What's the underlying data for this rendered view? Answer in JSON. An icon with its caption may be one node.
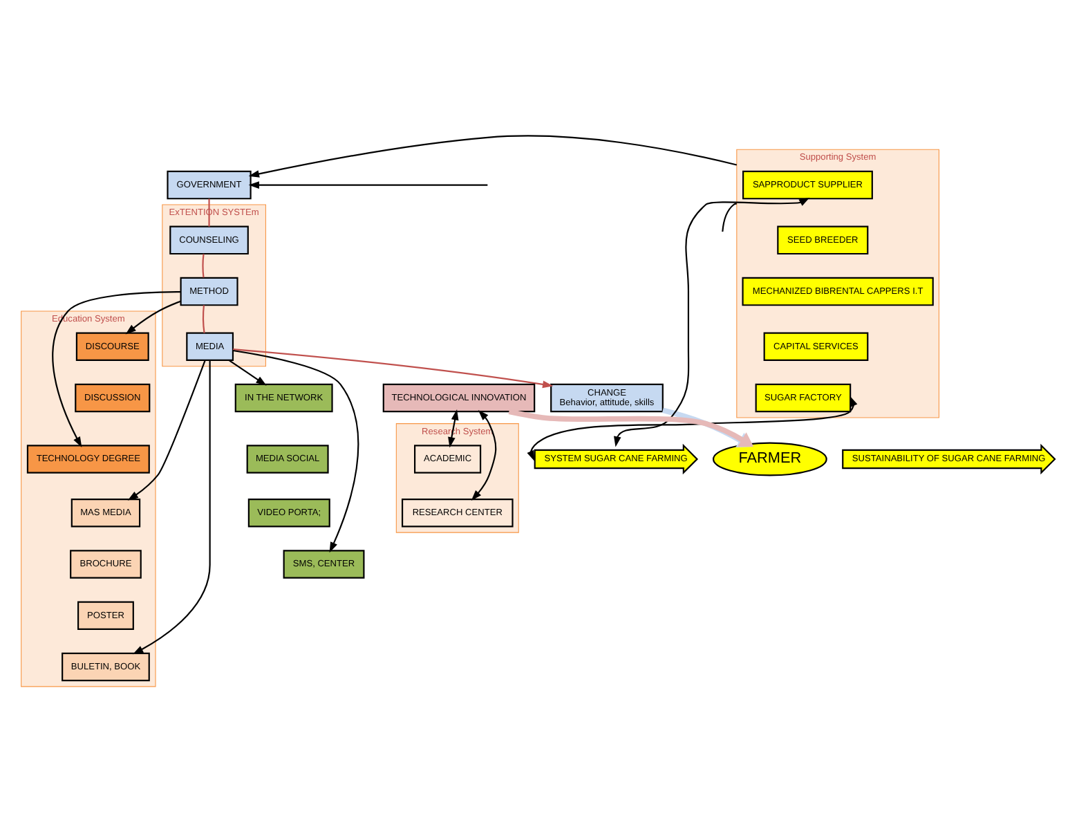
{
  "diagram": {
    "nodes": [
      {
        "text": [
          "GOVERNMENT"
        ]
      },
      {
        "text": [
          "ExTENTION SYSTEm"
        ]
      },
      {
        "text": [
          "COUNSELING"
        ],
        "in": 1
      },
      {
        "text": [
          "METHOD"
        ],
        "in": 1
      },
      {
        "text": [
          "MEDIA"
        ],
        "in": 1
      },
      {
        "text": [
          "Education System"
        ]
      },
      {
        "text": [
          "DISCOURSE"
        ],
        "in": 5
      },
      {
        "text": [
          "DISCUSSION"
        ],
        "in": 5
      },
      {
        "text": [
          "TECHNOLOGY DEGREE"
        ],
        "in": 5
      },
      {
        "text": [
          "MAS MEDIA"
        ],
        "in": 5
      },
      {
        "text": [
          "BROCHURE"
        ],
        "in": 5
      },
      {
        "text": [
          "POSTER"
        ],
        "in": 5
      },
      {
        "text": [
          "BULETIN, BOOK"
        ],
        "in": 5
      },
      {
        "text": [
          "CHANGE",
          "Behavior, attitude, skills"
        ]
      },
      {
        "text": [
          "IN THE NETWORK"
        ]
      },
      {
        "text": [
          "MEDIA SOCIAL"
        ]
      },
      {
        "text": [
          "VIDEO PORTA;"
        ]
      },
      {
        "text": [
          "SMS, CENTER"
        ]
      },
      {
        "text": [
          "Supporting System"
        ]
      },
      {
        "text": [
          "SAPPRODUCT SUPPLIER"
        ],
        "in": 18
      },
      {
        "text": [
          "SEED BREEDER"
        ],
        "in": 18
      },
      {
        "text": [
          "MECHANIZED BIBRENTAL CAPPERS I.T"
        ],
        "in": 18
      },
      {
        "text": [
          "CAPITAL SERVICES"
        ],
        "in": 18
      },
      {
        "text": [
          "SUGAR FACTORY"
        ],
        "in": 18
      },
      {
        "text": [
          "SYSTEM SUGAR CANE FARMING"
        ]
      },
      {
        "text": [
          "FARMER"
        ]
      },
      {
        "text": [
          "SUSTAINABILITY OF SUGAR CANE FARMING"
        ]
      },
      {
        "text": [
          "TECHNOLOGICAL INNOVATION"
        ]
      },
      {
        "text": [
          "Research System"
        ]
      },
      {
        "text": [
          "ACADEMIC"
        ],
        "in": 28
      },
      {
        "text": [
          "RESEARCH CENTER"
        ],
        "in": 28
      }
    ],
    "edges": [
      {
        "from": 18,
        "to": 0,
        "arrow": "to"
      },
      {
        "from": null,
        "to": 0,
        "arrow": "to"
      },
      {
        "from": 18,
        "to": null,
        "arrow": "none"
      },
      {
        "from": 0,
        "to": 2,
        "arrow": "none",
        "color": "#c0504d"
      },
      {
        "from": 2,
        "to": 3,
        "arrow": "none",
        "color": "#c0504d"
      },
      {
        "from": 3,
        "to": 4,
        "arrow": "none",
        "color": "#c0504d"
      },
      {
        "from": 4,
        "to": 13,
        "arrow": "to",
        "color": "#c0504d"
      },
      {
        "from": 3,
        "to": 6,
        "arrow": "to"
      },
      {
        "from": 3,
        "to": 8,
        "arrow": "to"
      },
      {
        "from": 4,
        "to": 9,
        "arrow": "to"
      },
      {
        "from": 4,
        "to": 12,
        "arrow": "to"
      },
      {
        "from": 4,
        "to": 14,
        "arrow": "to"
      },
      {
        "from": 4,
        "to": 17,
        "arrow": "to"
      },
      {
        "from": 19,
        "to": 24,
        "arrow": "both"
      },
      {
        "from": 23,
        "to": 24,
        "arrow": "both"
      },
      {
        "from": 13,
        "to": 25,
        "arrow": "to",
        "style": "thick",
        "color": "#c6d9f1"
      },
      {
        "from": 27,
        "to": 25,
        "arrow": "to",
        "style": "thick",
        "color": "#e6b9b8"
      },
      {
        "from": 27,
        "to": 29,
        "arrow": "both"
      },
      {
        "from": 27,
        "to": 30,
        "arrow": "both"
      }
    ]
  }
}
